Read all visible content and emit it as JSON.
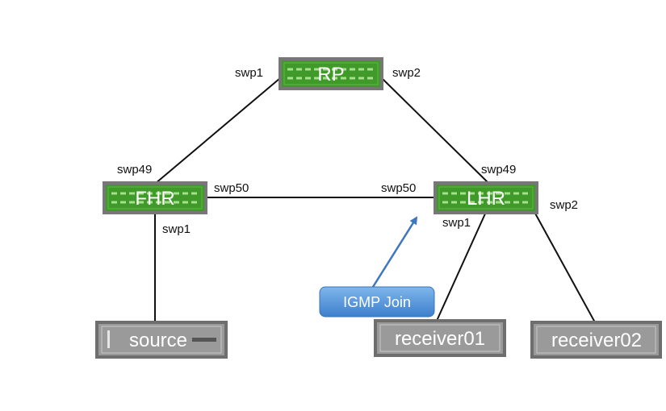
{
  "colors": {
    "switch_fill": "#3f9a2a",
    "switch_border": "#666666",
    "host_fill": "#9a9a9a",
    "host_border": "#6e6e6e",
    "link": "#111111",
    "callout_fill": "#4a8fd6",
    "arrow": "#3f76c0"
  },
  "nodes": {
    "rp": {
      "label": "RP"
    },
    "fhr": {
      "label": "FHR"
    },
    "lhr": {
      "label": "LHR"
    },
    "source": {
      "label": "source"
    },
    "receiver01": {
      "label": "receiver01"
    },
    "receiver02": {
      "label": "receiver02"
    }
  },
  "ports": {
    "rp_swp1": "swp1",
    "rp_swp2": "swp2",
    "fhr_swp49": "swp49",
    "fhr_swp50": "swp50",
    "fhr_swp1": "swp1",
    "lhr_swp49": "swp49",
    "lhr_swp50": "swp50",
    "lhr_swp1": "swp1",
    "lhr_swp2": "swp2"
  },
  "callout": {
    "label": "IGMP Join"
  }
}
